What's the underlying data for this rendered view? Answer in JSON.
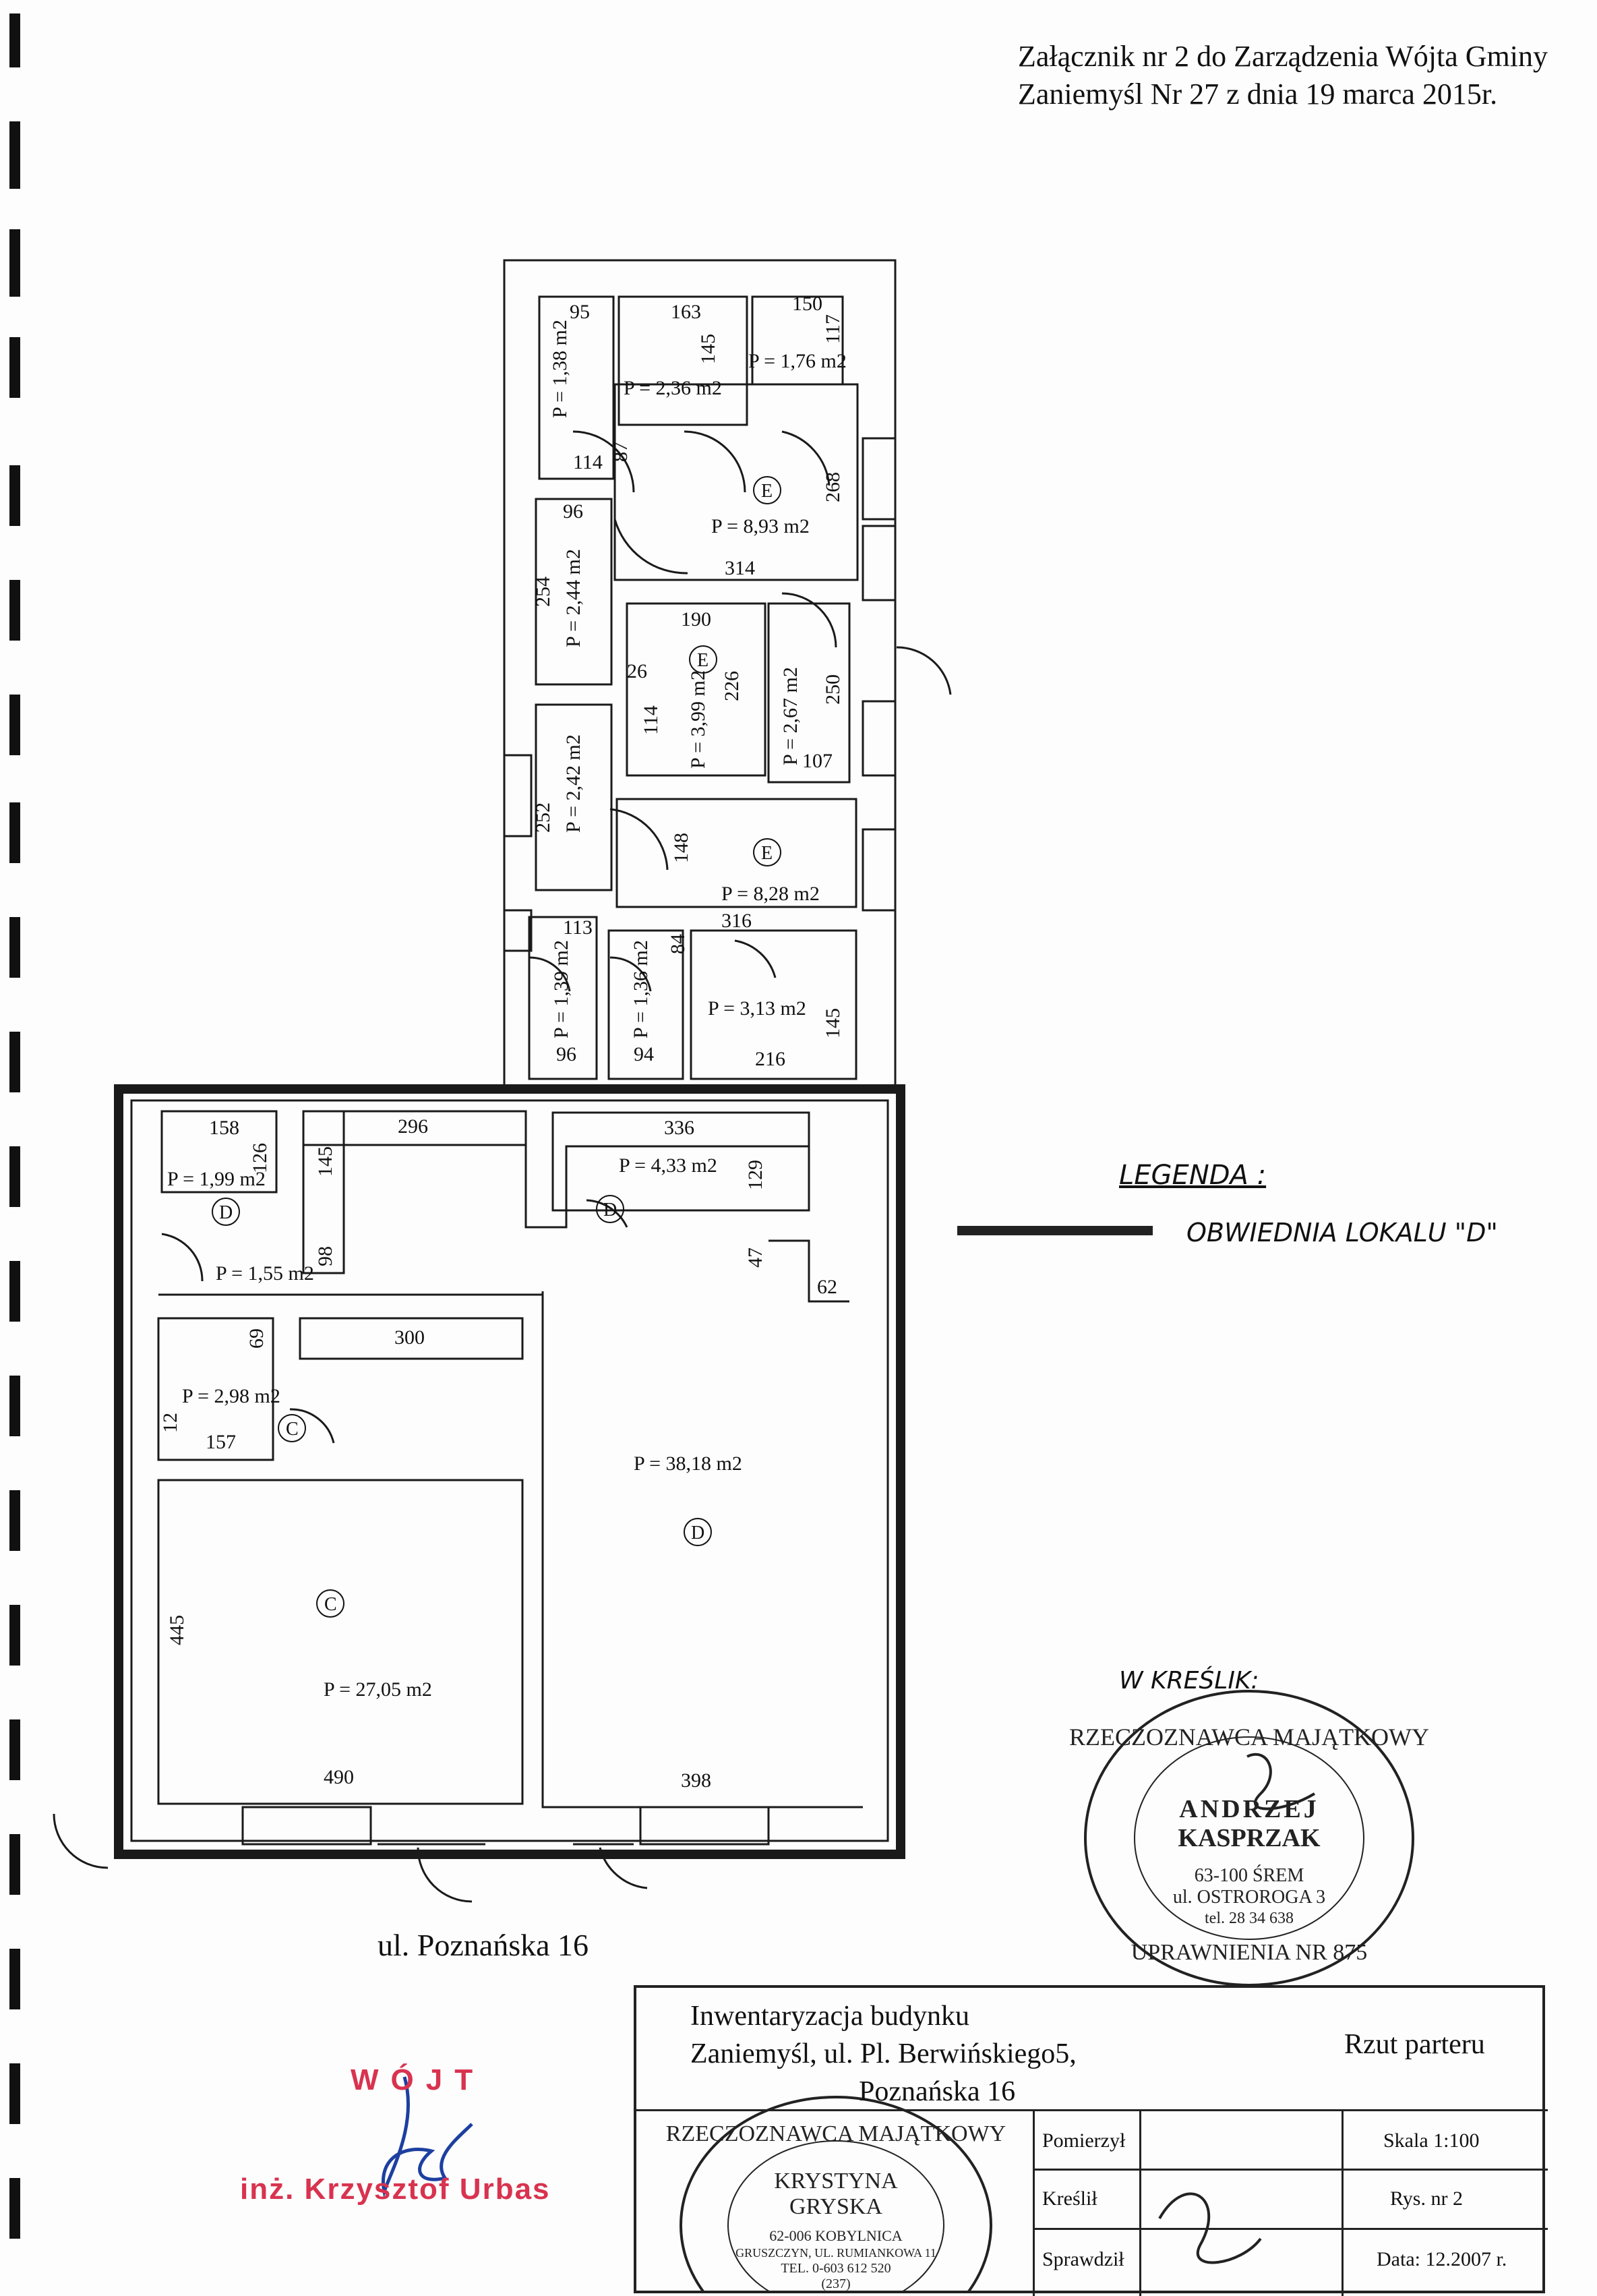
{
  "header": {
    "line1": "Załącznik nr 2 do Zarządzenia Wójta Gminy",
    "line2": "Zaniemyśl Nr 27 z dnia 19 marca 2015r."
  },
  "legend": {
    "title": "LEGENDA :",
    "text": "OBWIEDNIA LOKALU \"D\""
  },
  "drawer_label": "W KREŚLIK:",
  "street": "ul. Poznańska 16",
  "stamp_top": {
    "arc_top": "RZECZOZNAWCA MAJĄTKOWY",
    "name1": "ANDRZEJ",
    "name2": "KASPRZAK",
    "addr1": "63-100 ŚREM",
    "addr2": "ul. OSTROROGA 3",
    "phone": "tel. 28 34 638",
    "arc_bottom": "UPRAWNIENIA NR 875"
  },
  "stamp_bottom": {
    "arc_top": "RZECZOZNAWCA MAJĄTKOWY",
    "name1": "KRYSTYNA",
    "name2": "GRYSKA",
    "addr1": "62-006 KOBYLNICA",
    "addr2": "GRUSZCZYN, UL. RUMIANKOWA 11",
    "phone": "TEL. 0-603 612 520",
    "number": "(237)"
  },
  "wojt": {
    "title": "WÓJT",
    "name": "inż. Krzysztof Urbas"
  },
  "titleblock": {
    "desc1": "Inwentaryzacja budynku",
    "desc2": "Zaniemyśl, ul. Pl. Berwińskiego5,",
    "desc3": "Poznańska 16",
    "drawing": "Rzut parteru",
    "measured": "Pomierzył",
    "drew": "Kreślił",
    "checked": "Sprawdził",
    "scale": "Skala 1:100",
    "sheet": "Rys. nr 2",
    "date": "Data: 12.2007 r."
  },
  "plan": {
    "rooms": [
      {
        "area": "P = 1,38 m2"
      },
      {
        "area": "P = 2,36 m2"
      },
      {
        "area": "P = 1,76 m2"
      },
      {
        "area": "P = 8,93 m2"
      },
      {
        "area": "P = 2,44 m2"
      },
      {
        "area": "P = 3,99 m2"
      },
      {
        "area": "P = 2,67 m2"
      },
      {
        "area": "P = 2,42 m2"
      },
      {
        "area": "P = 8,28 m2"
      },
      {
        "area": "P = 1,39 m2"
      },
      {
        "area": "P = 1,36 m2"
      },
      {
        "area": "P = 3,13 m2"
      },
      {
        "area": "P = 1,99 m2"
      },
      {
        "area": "P = 4,33 m2"
      },
      {
        "area": "P = 1,55 m2"
      },
      {
        "area": "P = 2,98 m2"
      },
      {
        "area": "P = 38,18 m2"
      },
      {
        "area": "P = 27,05 m2"
      }
    ],
    "dims": [
      "95",
      "163",
      "150",
      "117",
      "145",
      "87",
      "114",
      "268",
      "96",
      "314",
      "254",
      "190",
      "26",
      "226",
      "114",
      "250",
      "107",
      "252",
      "148",
      "113",
      "84",
      "316",
      "96",
      "94",
      "216",
      "145",
      "158",
      "126",
      "296",
      "336",
      "129",
      "145",
      "98",
      "47",
      "62",
      "69",
      "300",
      "12",
      "157",
      "445",
      "490",
      "398"
    ],
    "unit_marks": [
      "E",
      "E",
      "E",
      "D",
      "D",
      "C",
      "D",
      "C"
    ]
  }
}
